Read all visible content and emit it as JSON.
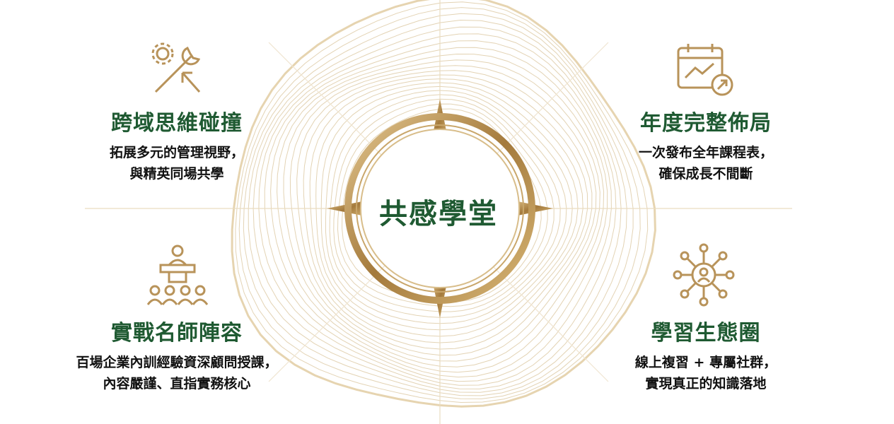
{
  "center": {
    "label": "共感學堂"
  },
  "colors": {
    "green": "#1f5a32",
    "gold": "#b8935a"
  },
  "features": [
    {
      "icon": "gear-wrench-icon",
      "title": "跨域思維碰撞",
      "lines": [
        "拓展多元的管理視野，",
        "與精英同場共學"
      ]
    },
    {
      "icon": "calendar-growth-icon",
      "title": "年度完整佈局",
      "lines": [
        "一次發布全年課程表，",
        "確保成長不間斷"
      ]
    },
    {
      "icon": "speaker-audience-icon",
      "title": "實戰名師陣容",
      "lines": [
        "百場企業內訓經驗資深顧問授課，",
        "內容嚴謹、直指實務核心"
      ]
    },
    {
      "icon": "network-person-icon",
      "title": "學習生態圈",
      "lines": [
        "線上複習 + 專屬社群，",
        "實現真正的知識落地"
      ]
    }
  ]
}
